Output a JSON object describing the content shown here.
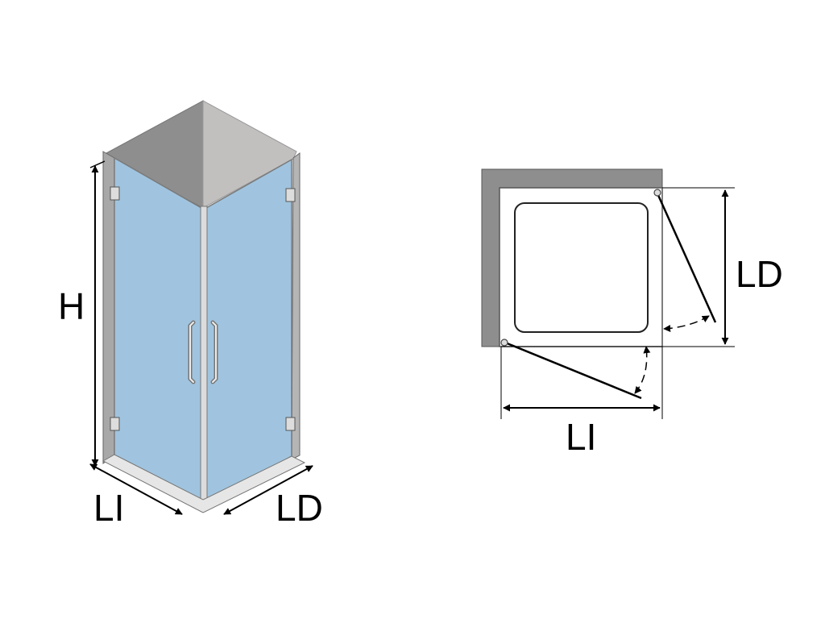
{
  "left_view": {
    "height_label": "H",
    "left_width_label": "LI",
    "right_width_label": "LD"
  },
  "plan_view": {
    "right_depth_label": "LD",
    "left_width_label": "LI"
  },
  "colors": {
    "glass": "#a0c4df",
    "wall_light": "#c2bfbf",
    "wall_dark": "#8e8e8e",
    "wall_side": "#a8a8a8",
    "frame": "#d9d9d9",
    "outline": "#000000"
  }
}
